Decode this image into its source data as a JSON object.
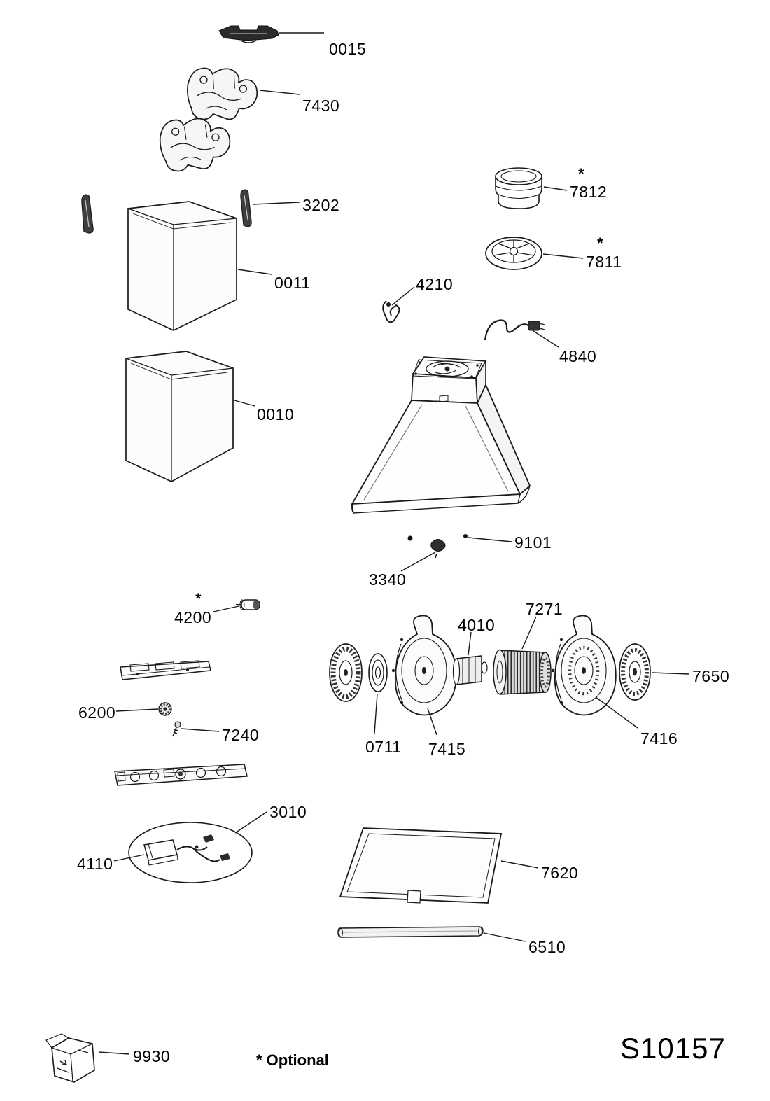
{
  "figure": {
    "code": "S10157",
    "optional_note": "* Optional",
    "optional_marker": "*"
  },
  "labels": {
    "l0015": "0015",
    "l7430": "7430",
    "l3202": "3202",
    "l0011": "0011",
    "l0010": "0010",
    "l7812": "7812",
    "l7811": "7811",
    "l4210": "4210",
    "l4840": "4840",
    "l9101": "9101",
    "l3340": "3340",
    "l4200": "4200",
    "l7271": "7271",
    "l4010": "4010",
    "l7650": "7650",
    "l7416": "7416",
    "l0711": "0711",
    "l7415": "7415",
    "l6200": "6200",
    "l7240": "7240",
    "l3010": "3010",
    "l4110": "4110",
    "l7620": "7620",
    "l6510": "6510",
    "l9930": "9930"
  }
}
